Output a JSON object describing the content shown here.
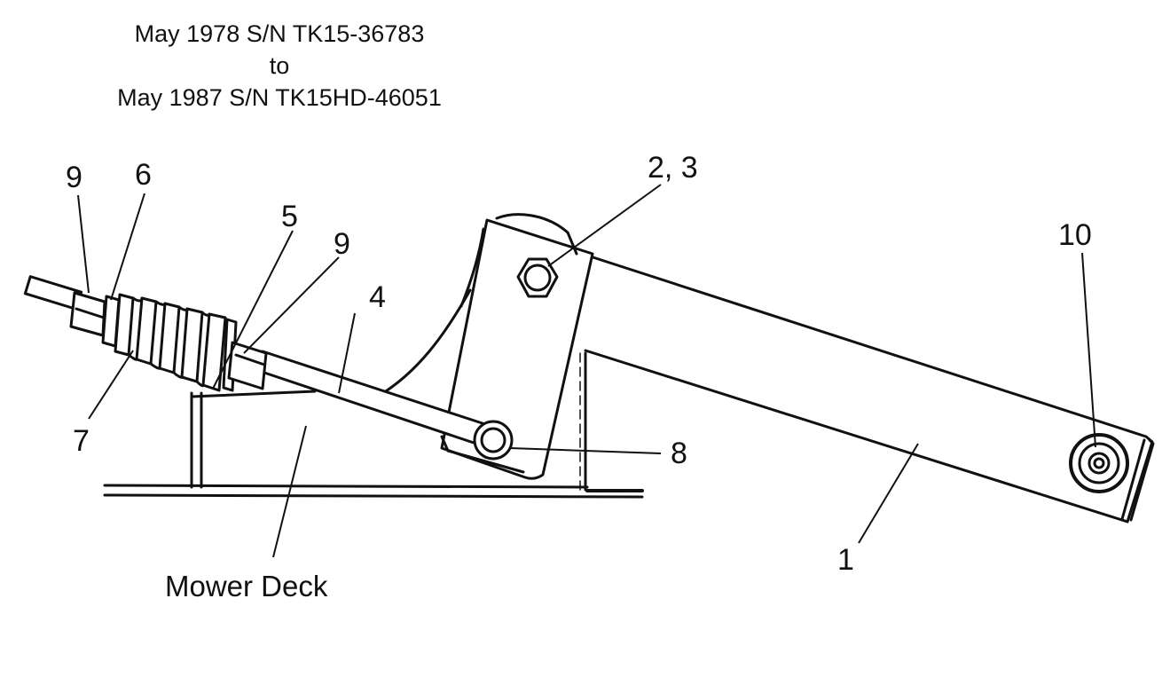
{
  "title": {
    "line1": "May 1978 S/N TK15-36783",
    "line2": "to",
    "line3": "May 1987 S/N TK15HD-46051"
  },
  "callouts": {
    "c1": "1",
    "c23": "2, 3",
    "c4": "4",
    "c5": "5",
    "c6": "6",
    "c7": "7",
    "c8": "8",
    "c9_left": "9",
    "c9_right": "9",
    "c10": "10"
  },
  "labels": {
    "mower_deck": "Mower Deck"
  }
}
